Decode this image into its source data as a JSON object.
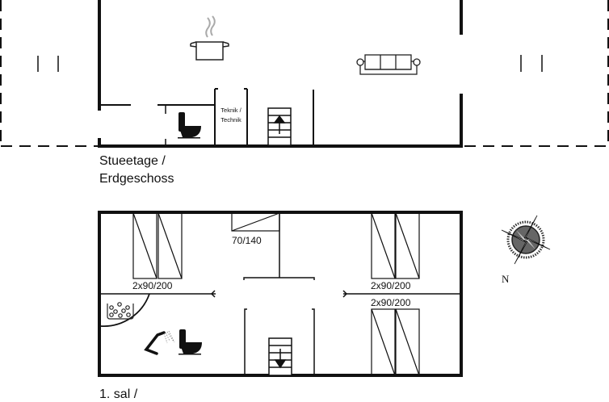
{
  "ground_floor": {
    "label_line1": "Stueetage /",
    "label_line2": "Erdgeschoss",
    "rooms": [
      {
        "name": "kitchen",
        "icon": "cooking-pot-icon"
      },
      {
        "name": "living-room",
        "icon": "sofa-icon"
      },
      {
        "name": "toilet",
        "icon": "toilet-icon"
      },
      {
        "name": "technical-room",
        "label_line1": "Teknik /",
        "label_line2": "Technik"
      },
      {
        "name": "staircase",
        "icon": "stairs-up-icon"
      }
    ]
  },
  "first_floor": {
    "label_line1": "1. sal /",
    "beds": [
      {
        "label": "70/140"
      },
      {
        "label": "2x90/200"
      },
      {
        "label": "2x90/200"
      },
      {
        "label": "2x90/200"
      }
    ],
    "rooms": [
      {
        "name": "bathroom",
        "icons": [
          "bathtub-icon",
          "shower-icon",
          "toilet-icon"
        ]
      },
      {
        "name": "staircase",
        "icon": "stairs-down-icon"
      }
    ]
  },
  "compass": {
    "label": "N",
    "icon": "compass-rose-icon"
  }
}
